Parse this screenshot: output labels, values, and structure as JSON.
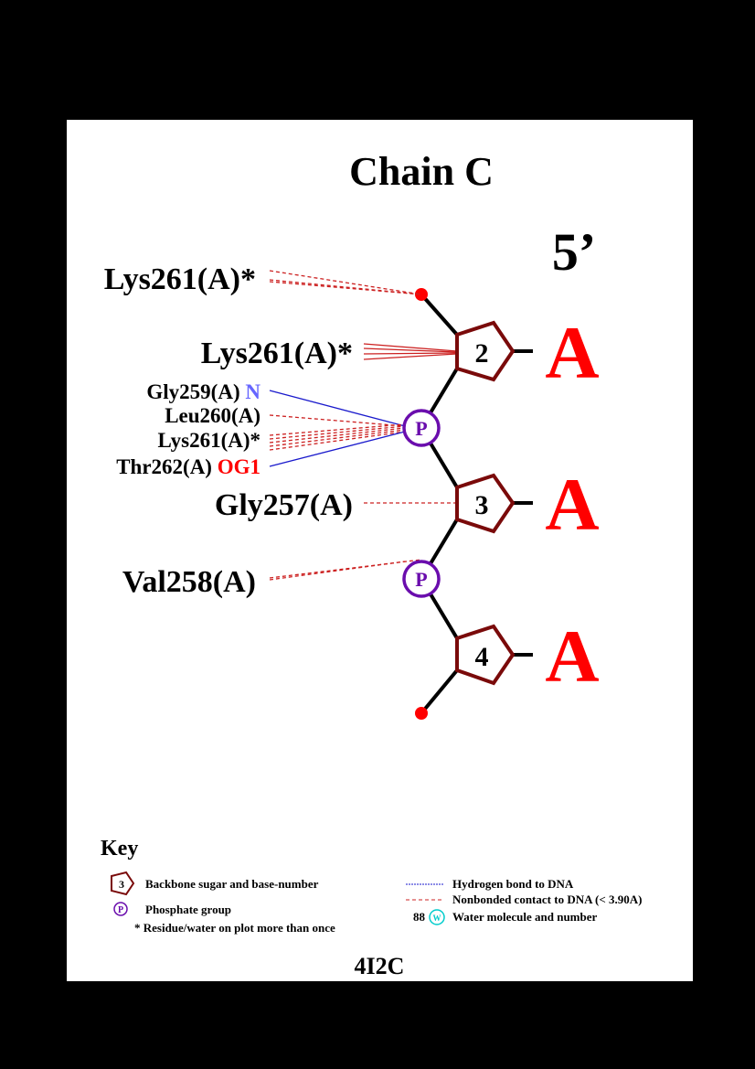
{
  "title": "Chain C",
  "end_label": "5’",
  "colors": {
    "sugar": "#7a0a0a",
    "phosphate": "#6a0dad",
    "base": "#ff0000",
    "hbond": "#1a1acc",
    "nonbonded": "#cc2020",
    "n_atom": "#6666ff",
    "o_atom": "#ff0000",
    "end_dot": "#ff0000",
    "water": "#00cccc"
  },
  "residues": [
    {
      "number": "2",
      "base": "A"
    },
    {
      "number": "3",
      "base": "A"
    },
    {
      "number": "4",
      "base": "A"
    }
  ],
  "phosphate_symbol": "P",
  "contacts": [
    {
      "label": "Lys261(A)*",
      "atom": ""
    },
    {
      "label": "Lys261(A)*",
      "atom": ""
    },
    {
      "label": "Gly259(A)",
      "atom": "N"
    },
    {
      "label": "Leu260(A)",
      "atom": ""
    },
    {
      "label": "Lys261(A)*",
      "atom": ""
    },
    {
      "label": "Thr262(A)",
      "atom": "OG1"
    },
    {
      "label": "Gly257(A)",
      "atom": ""
    },
    {
      "label": "Val258(A)",
      "atom": ""
    }
  ],
  "key": {
    "title": "Key",
    "sugar_example": "3",
    "sugar_text": "Backbone sugar and base-number",
    "phosphate_example": "P",
    "phosphate_text": "Phosphate group",
    "multi_text": "* Residue/water on plot more than once",
    "hbond_text": "Hydrogen bond to DNA",
    "nonbonded_text": "Nonbonded contact to DNA (< 3.90A)",
    "water_number": "88",
    "water_symbol": "W",
    "water_text": "Water molecule and number"
  },
  "pdb_id": "4I2C"
}
